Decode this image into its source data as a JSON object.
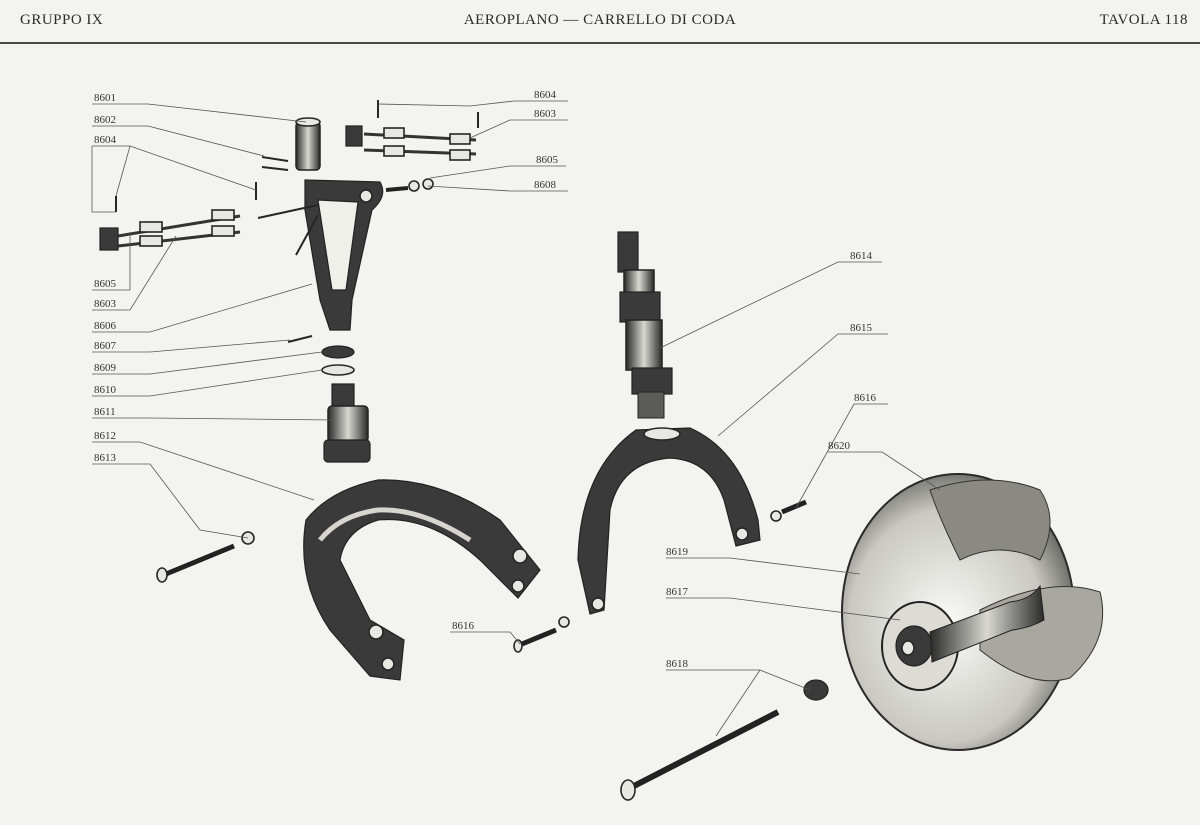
{
  "header": {
    "left": "GRUPPO IX",
    "center": "AEROPLANO — CARRELLO DI CODA",
    "right": "TAVOLA 118"
  },
  "labels": {
    "p8601": "8601",
    "p8602": "8602",
    "p8604_left": "8604",
    "p8604_right": "8604",
    "p8603_right": "8603",
    "p8605_right": "8605",
    "p8608": "8608",
    "p8605_left": "8605",
    "p8603_left": "8603",
    "p8606": "8606",
    "p8607": "8607",
    "p8609": "8609",
    "p8610": "8610",
    "p8611": "8611",
    "p8612": "8612",
    "p8613": "8613",
    "p8614": "8614",
    "p8615": "8615",
    "p8616_right": "8616",
    "p8616_center": "8616",
    "p8620": "8620",
    "p8619": "8619",
    "p8617": "8617",
    "p8618": "8618"
  }
}
